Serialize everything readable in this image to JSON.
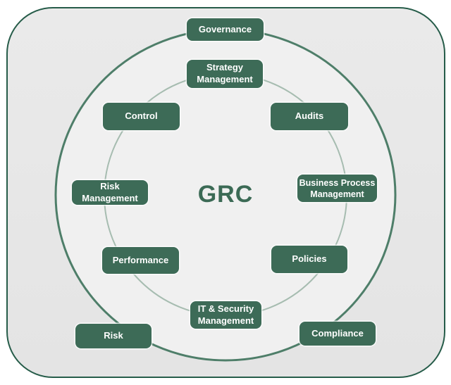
{
  "diagram": {
    "center_label": "GRC",
    "nodes": [
      {
        "id": "governance",
        "label": "Governance"
      },
      {
        "id": "strategy-management",
        "label": "Strategy\nManagement"
      },
      {
        "id": "control",
        "label": "Control"
      },
      {
        "id": "audits",
        "label": "Audits"
      },
      {
        "id": "risk-management",
        "label": "Risk Management"
      },
      {
        "id": "business-process-management",
        "label": "Business Process\nManagement"
      },
      {
        "id": "performance",
        "label": "Performance"
      },
      {
        "id": "policies",
        "label": "Policies"
      },
      {
        "id": "it-security-management",
        "label": "IT & Security\nManagement"
      },
      {
        "id": "risk",
        "label": "Risk"
      },
      {
        "id": "compliance",
        "label": "Compliance"
      }
    ]
  },
  "colors": {
    "node_fill": "#3d6b57",
    "node_text": "#ffffff",
    "panel_border": "#265c49",
    "panel_fill": "#e6e6e6",
    "outer_ring_stroke": "#4e7e69",
    "outer_ring_fill": "#f0f0f0",
    "inner_ring_stroke": "#a6bcb0",
    "center_text": "#3b6a55"
  }
}
